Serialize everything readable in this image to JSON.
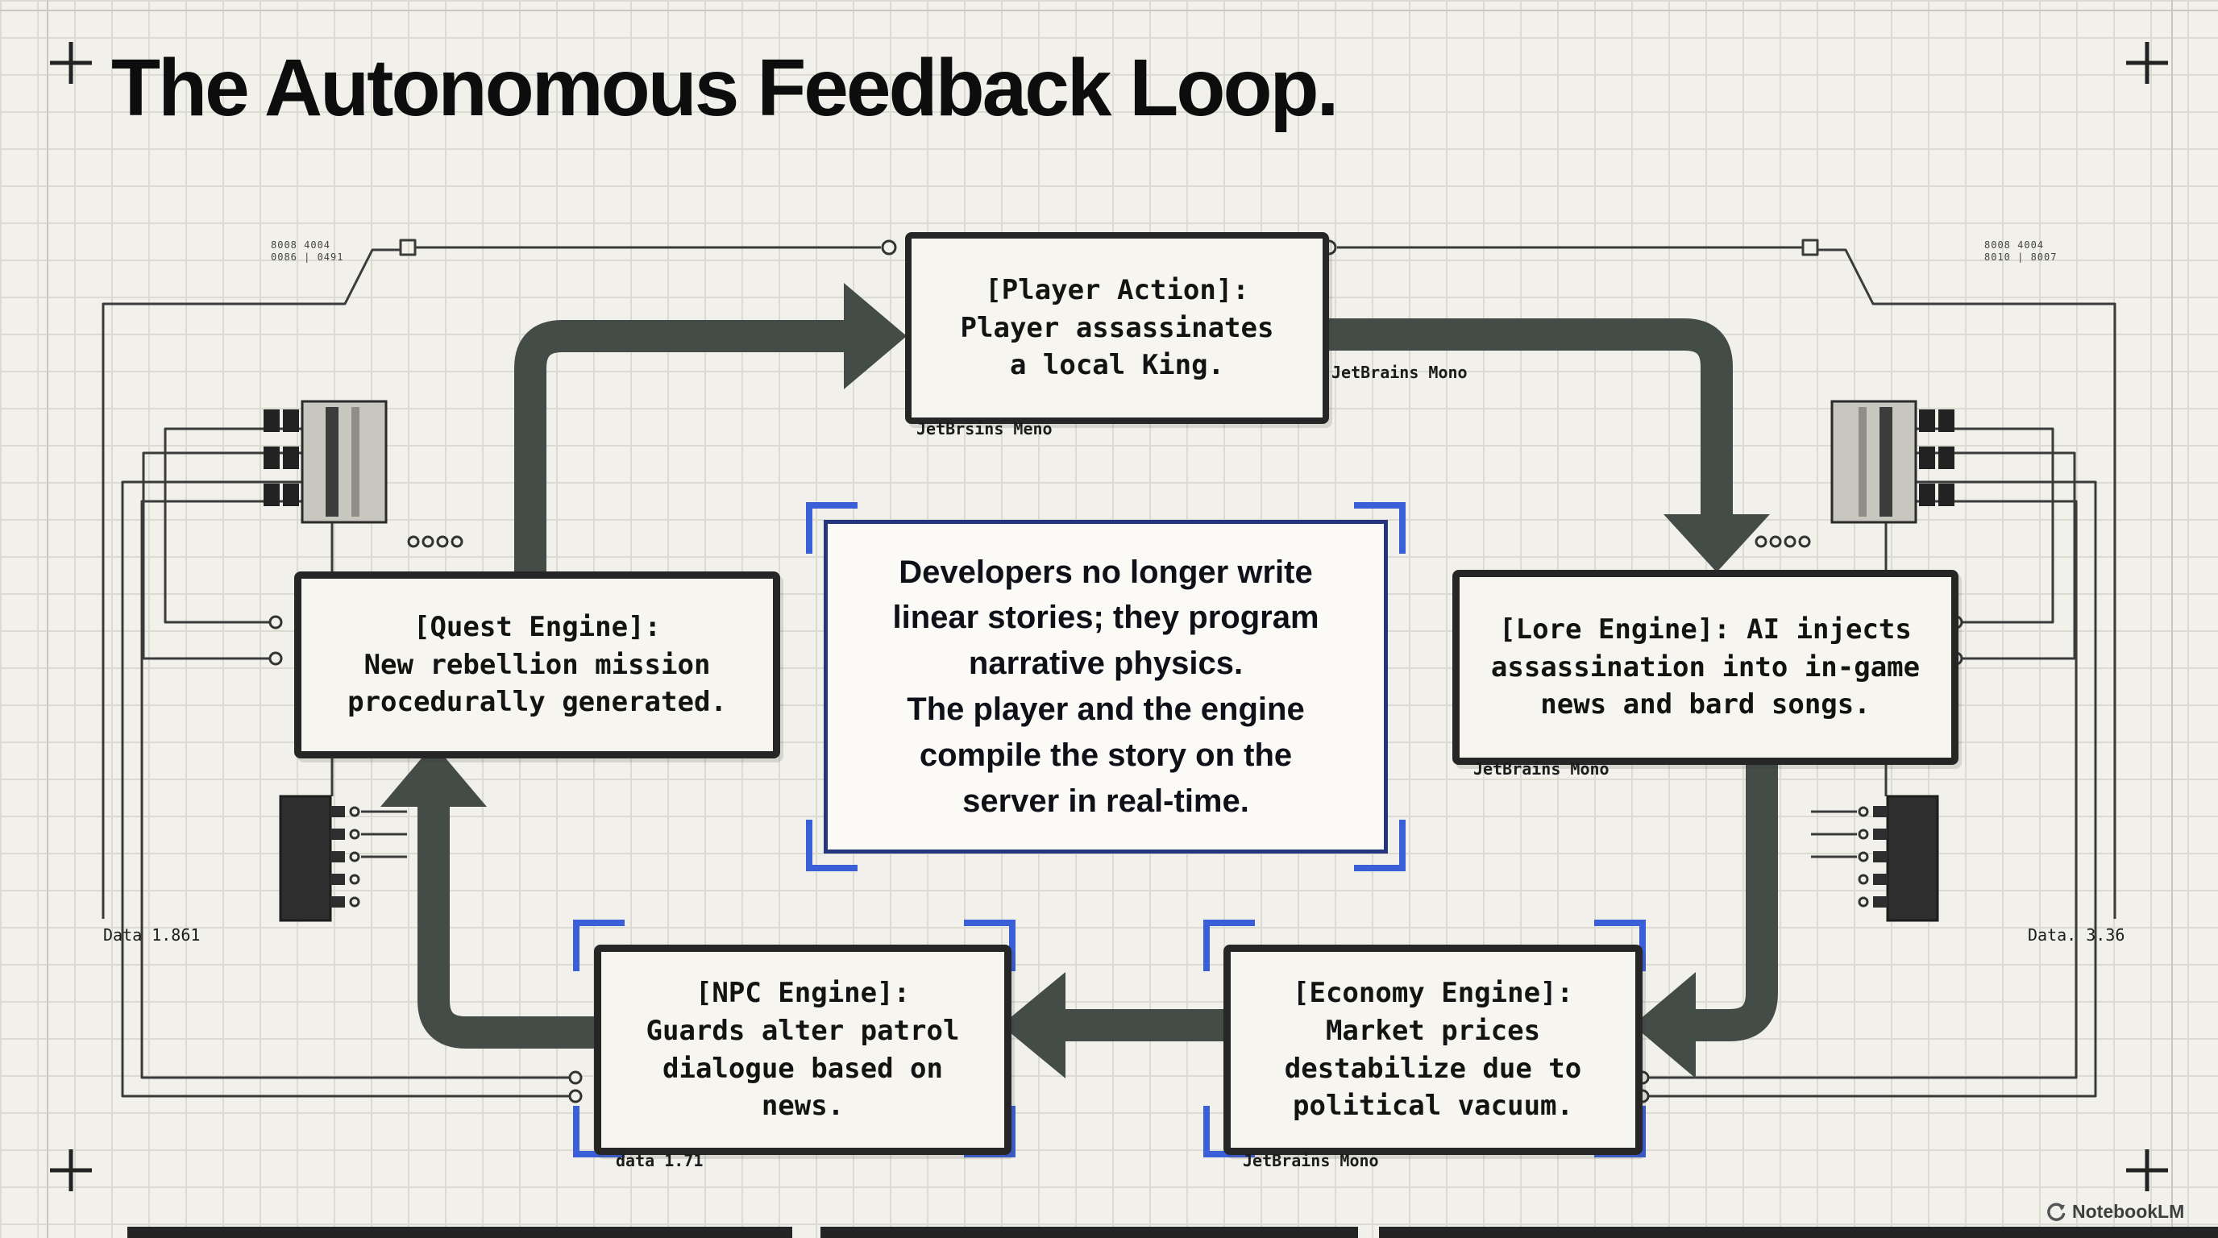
{
  "title": "The Autonomous Feedback Loop.",
  "boxes": {
    "player_action": {
      "text": "[Player Action]:\nPlayer assassinates\na local King."
    },
    "quest_engine": {
      "text": "[Quest Engine]:\nNew rebellion mission\nprocedurally generated."
    },
    "lore_engine": {
      "text": "[Lore Engine]: AI injects\nassassination into in-game\nnews and bard songs."
    },
    "npc_engine": {
      "text": "[NPC Engine]:\nGuards alter patrol\ndialogue based on\nnews."
    },
    "economy_engine": {
      "text": "[Economy Engine]:\nMarket prices\ndestabilize due to\npolitical vacuum."
    },
    "center_note": {
      "text": "Developers no longer write\nlinear stories; they program\nnarrative physics.\nThe player and the engine\ncompile the story on the\nserver in real-time."
    }
  },
  "captions": {
    "player_below": "JetBrsins Meno",
    "player_right": "JetBrains Mono",
    "lore_below": "JetBrains Mono",
    "npc_below": "data 1.71",
    "economy_below": "JetBrains Mono",
    "corner_left": "Data 1.861",
    "corner_right": "Data. 3.36",
    "micro_left": "8008 4004\n0086 | 0491",
    "micro_right": "8008 4004\n8010 | 8007"
  },
  "branding": {
    "logo": "NotebookLM"
  },
  "colors": {
    "paper": "#f1f0ea",
    "grid": "#dcdbd2",
    "arrow": "#434c47",
    "accent_blue": "#3a5fd9",
    "note_border": "#25357e",
    "ink": "#131313"
  },
  "flow": {
    "sequence": "Quest Engine → Player Action → Lore Engine → Economy Engine → NPC Engine → Quest Engine"
  }
}
